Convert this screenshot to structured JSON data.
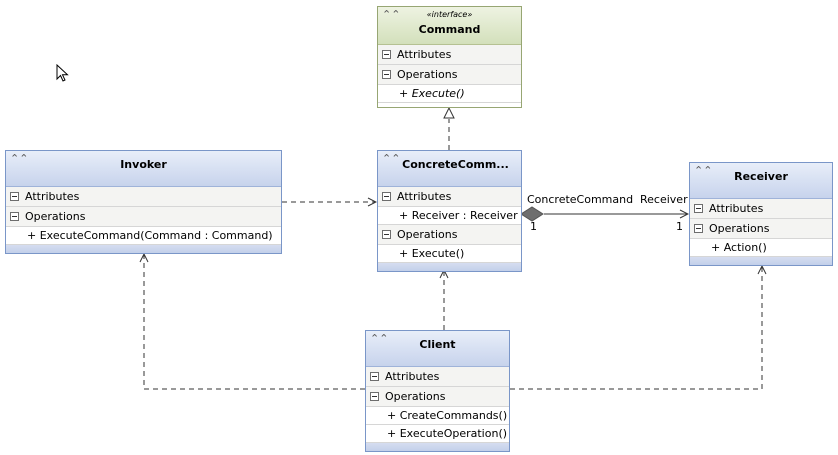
{
  "diagram": {
    "classes": {
      "command": {
        "stereotype": "«interface»",
        "name": "Command",
        "attributes_label": "Attributes",
        "operations_label": "Operations",
        "operations": [
          "+ Execute()"
        ]
      },
      "invoker": {
        "name": "Invoker",
        "attributes_label": "Attributes",
        "operations_label": "Operations",
        "operations": [
          "+ ExecuteCommand(Command : Command)"
        ]
      },
      "concrete_command": {
        "name": "ConcreteComm...",
        "attributes_label": "Attributes",
        "attributes": [
          "+ Receiver : Receiver"
        ],
        "operations_label": "Operations",
        "operations": [
          "+ Execute()"
        ]
      },
      "receiver": {
        "name": "Receiver",
        "attributes_label": "Attributes",
        "operations_label": "Operations",
        "operations": [
          "+ Action()"
        ]
      },
      "client": {
        "name": "Client",
        "attributes_label": "Attributes",
        "operations_label": "Operations",
        "operations": [
          "+ CreateCommands()",
          "+ ExecuteOperation()"
        ]
      }
    },
    "association": {
      "source_role": "ConcreteCommand",
      "target_role": "Receiver",
      "source_multiplicity": "1",
      "target_multiplicity": "1"
    }
  },
  "colors": {
    "class_border": "#7a96c8",
    "interface_border": "#97a673",
    "connector": "#333333"
  },
  "icons": {
    "collapse": "double-chevron-up-icon",
    "section_toggle": "minus-box-icon",
    "pointer": "mouse-pointer-icon"
  }
}
